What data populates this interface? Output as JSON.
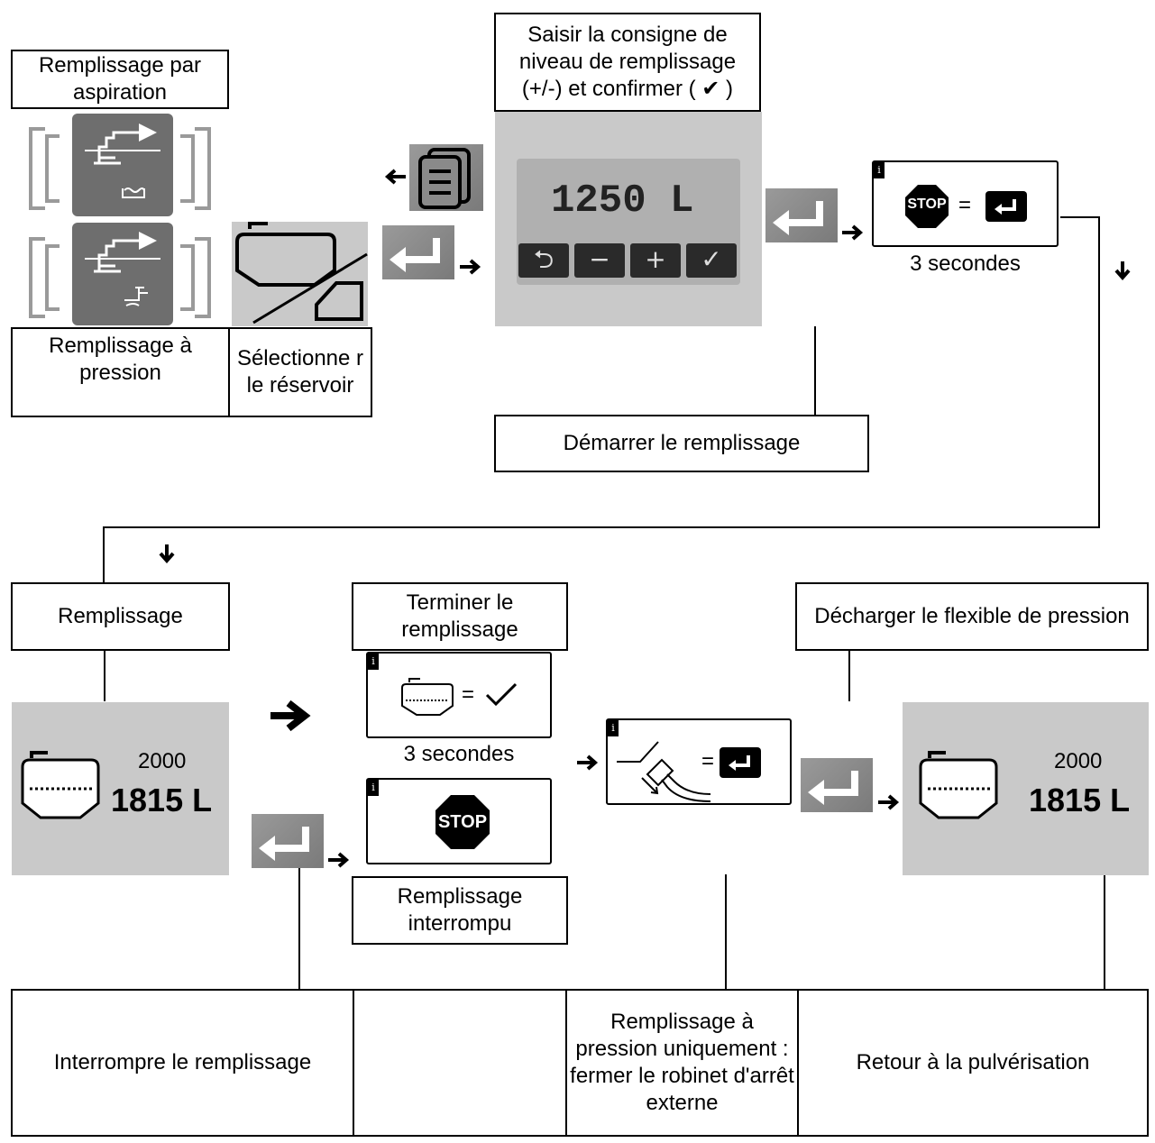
{
  "top": {
    "aspiration_label": "Remplissage par aspiration",
    "pression_label": "Remplissage à pression",
    "select_tank_label": "Sélectionne r le réservoir",
    "consigne_label": "Saisir la consigne de niveau de remplissage (+/-) et confirmer ( ✔ )",
    "lcd_value": "1250 L",
    "lcd_buttons": [
      "⮌",
      "−",
      "+",
      "✓"
    ],
    "stop_seconds": "3 secondes",
    "start_label": "Démarrer le remplissage",
    "stop_text": "STOP",
    "equals": "="
  },
  "bottom": {
    "remplissage_label": "Remplissage",
    "tank_capacity": "2000",
    "tank_level": "1815 L",
    "terminer_label": "Terminer le remplissage",
    "terminer_seconds": "3 secondes",
    "interrompu_label": "Remplissage interrompu",
    "decharger_label": "Décharger le flexible de pression",
    "tank_capacity_right": "2000",
    "tank_level_right": "1815 L",
    "interrompre_label": "Interrompre le remplissage",
    "robinet_label": "Remplissage à pression uniquement : fermer le robinet d'arrêt externe",
    "retour_label": "Retour à la pulvérisation",
    "stop_text": "STOP",
    "equals": "="
  }
}
